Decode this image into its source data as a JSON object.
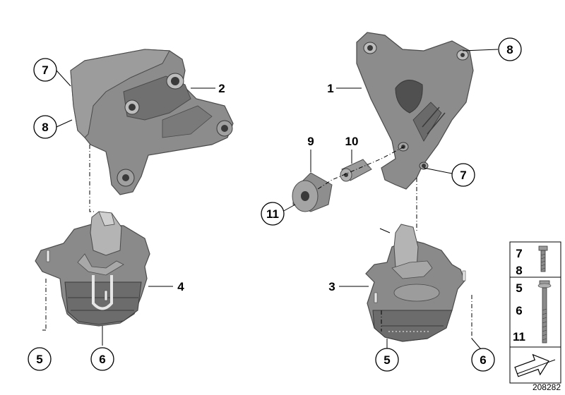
{
  "diagram": {
    "reference_number": "208282",
    "callouts": {
      "c7_left": "7",
      "c8_left": "8",
      "c5_left": "5",
      "c6_left": "6",
      "c8_right": "8",
      "c7_right": "7",
      "c11": "11",
      "c5_right": "5",
      "c6_right": "6"
    },
    "labels": {
      "l2": "2",
      "l4": "4",
      "l1": "1",
      "l9": "9",
      "l10": "10",
      "l3": "3"
    },
    "legend": {
      "row1_a": "7",
      "row1_b": "8",
      "row2_a": "5",
      "row2_b": "6",
      "row2_c": "11"
    }
  },
  "colors": {
    "part_fill": "#8a8a8a",
    "part_dark": "#5a5a5a",
    "part_light": "#b0b0b0",
    "line": "#000000"
  }
}
